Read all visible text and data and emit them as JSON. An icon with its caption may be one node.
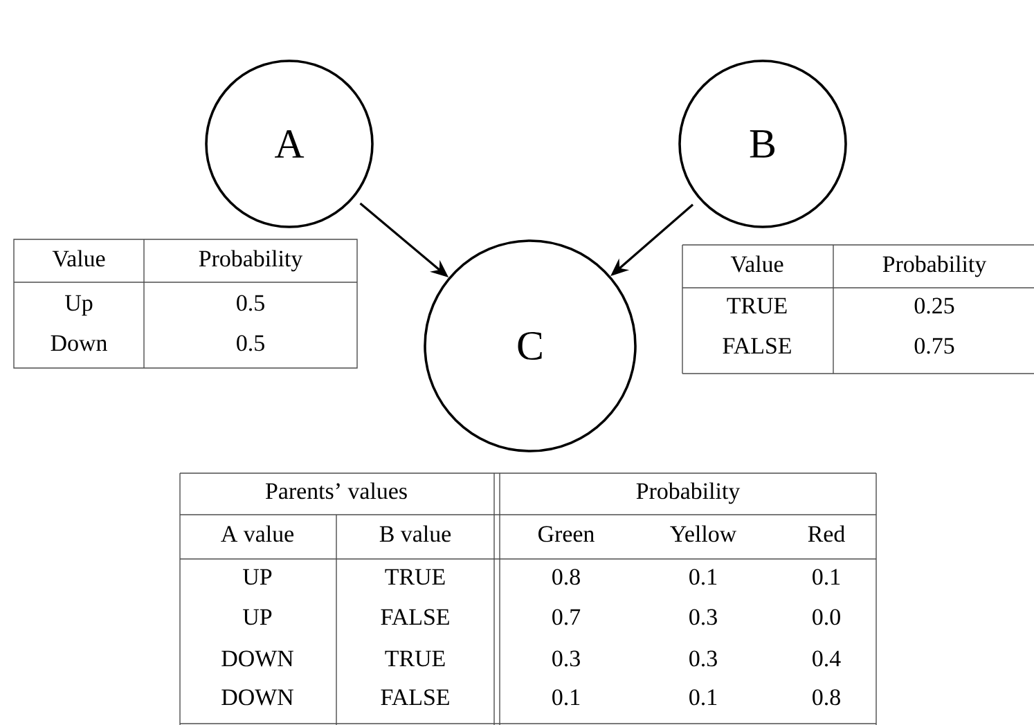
{
  "diagram": {
    "nodes": [
      {
        "text": [
          "A"
        ]
      },
      {
        "text": [
          "B"
        ]
      },
      {
        "text": [
          "C"
        ]
      }
    ],
    "edges": [
      {
        "from": 0,
        "to": 2,
        "arrow": "to"
      },
      {
        "from": 1,
        "to": 2,
        "arrow": "to"
      }
    ],
    "labels": [
      "Value",
      "Probability",
      "Up",
      "0.5",
      "Down",
      "0.5",
      "Value",
      "Probability",
      "TRUE",
      "0.25",
      "FALSE",
      "0.75",
      "Parents’ values",
      "Probability",
      "A value",
      "B value",
      "Green",
      "Yellow",
      "Red",
      "UP",
      "TRUE",
      "0.8",
      "0.1",
      "0.1",
      "UP",
      "FALSE",
      "0.7",
      "0.3",
      "0.0",
      "DOWN",
      "TRUE",
      "0.3",
      "0.3",
      "0.4",
      "DOWN",
      "FALSE",
      "0.1",
      "0.1",
      "0.8"
    ]
  }
}
